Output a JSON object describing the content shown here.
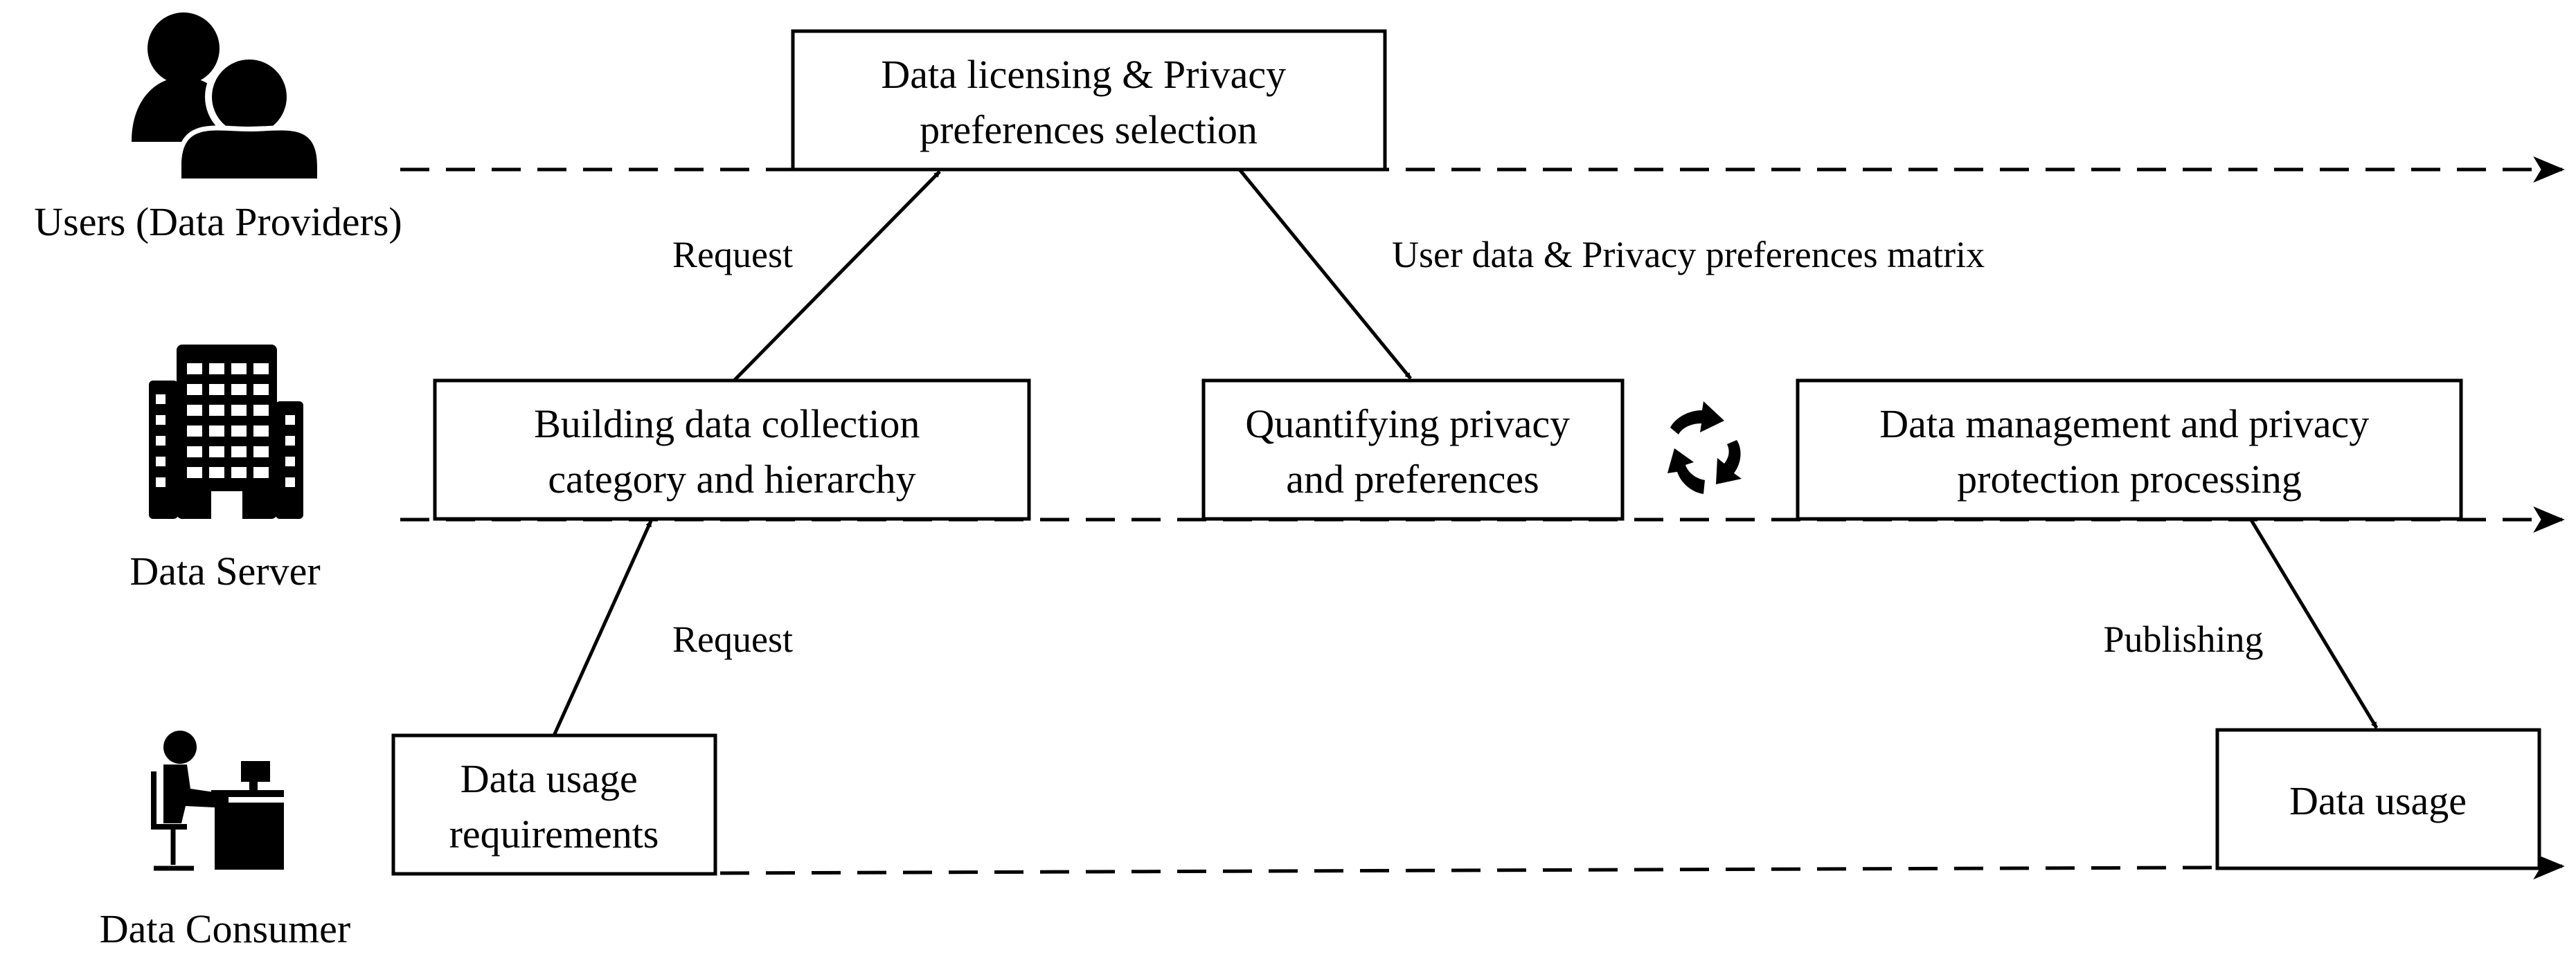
{
  "lanes": {
    "users": "Users (Data Providers)",
    "server": "Data Server",
    "consumer": "Data Consumer"
  },
  "boxes": {
    "licensing": [
      "Data licensing & Privacy",
      "preferences selection"
    ],
    "building": [
      "Building data collection",
      "category and hierarchy"
    ],
    "quantifying": [
      "Quantifying privacy",
      "and preferences"
    ],
    "management": [
      "Data management and privacy",
      "protection processing"
    ],
    "requirements": [
      "Data usage",
      "requirements"
    ],
    "usage": [
      "Data usage"
    ]
  },
  "edges": {
    "request_top": "Request",
    "request_bottom": "Request",
    "user_data": "User data & Privacy preferences matrix",
    "publishing": "Publishing"
  },
  "icons": {
    "users": "users-icon",
    "server": "building-icon",
    "consumer": "desk-worker-icon",
    "cycle": "cycle-arrows-icon"
  },
  "colors": {
    "stroke": "#000000",
    "background": "#ffffff"
  }
}
